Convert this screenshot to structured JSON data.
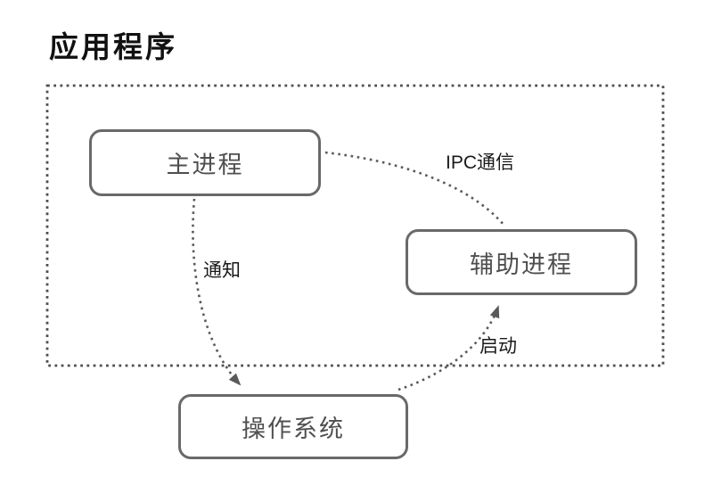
{
  "diagram": {
    "title": "应用程序",
    "nodes": [
      {
        "id": "main-process",
        "label": "主进程"
      },
      {
        "id": "helper-process",
        "label": "辅助进程"
      },
      {
        "id": "operating-system",
        "label": "操作系统"
      }
    ],
    "edges": [
      {
        "id": "ipc",
        "label": "IPC通信",
        "from": "main-process",
        "to": "helper-process",
        "arrowhead": false
      },
      {
        "id": "notify",
        "label": "通知",
        "from": "main-process",
        "to": "operating-system",
        "arrowhead": true
      },
      {
        "id": "launch",
        "label": "启动",
        "from": "operating-system",
        "to": "helper-process",
        "arrowhead": true
      }
    ],
    "colors": {
      "title_text": "#111111",
      "box_border": "#696969",
      "box_text": "#4f4f4f",
      "edge_line": "#5a5a5a",
      "boundary_dots": "#4f4f4f",
      "background": "#ffffff"
    }
  }
}
